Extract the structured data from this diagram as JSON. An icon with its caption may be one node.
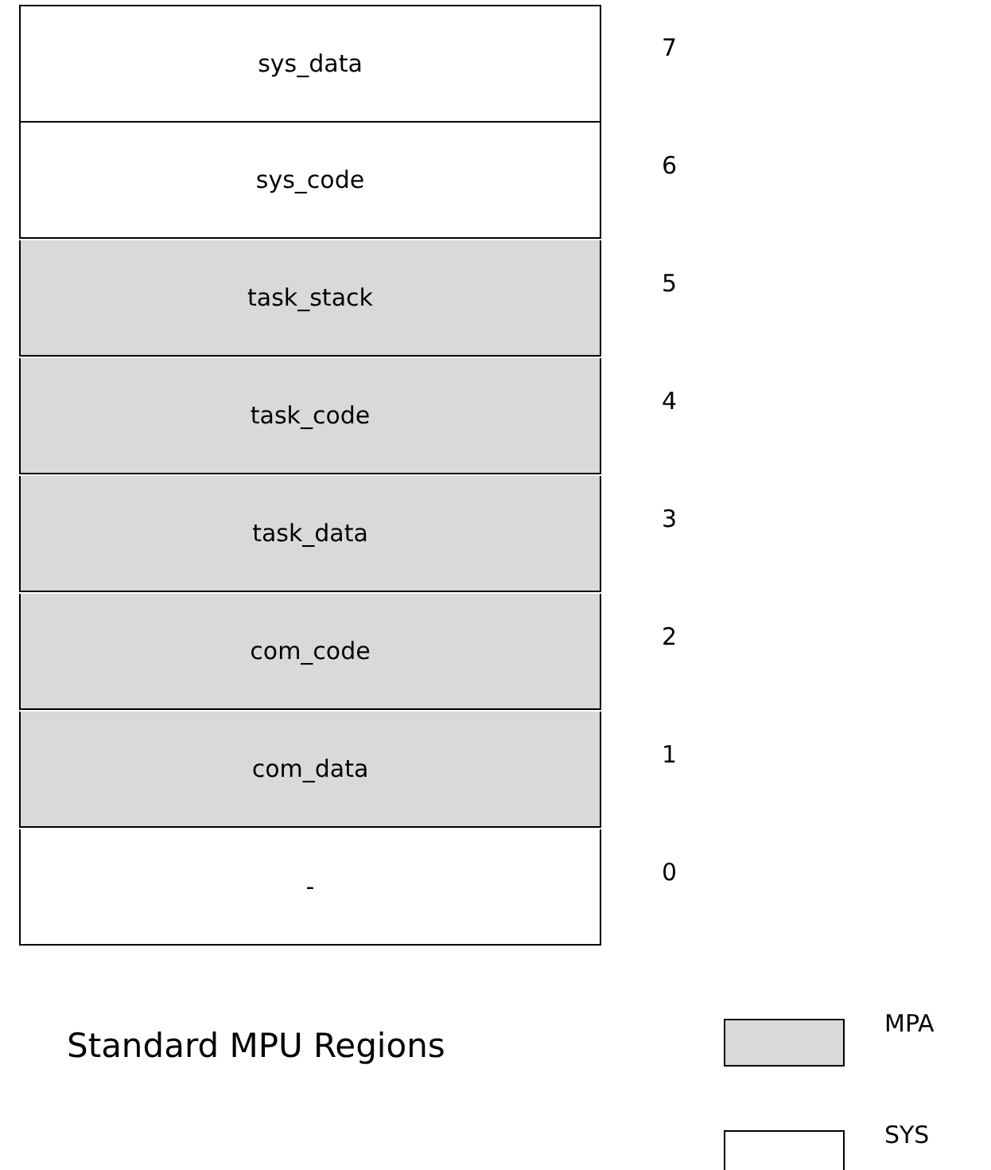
{
  "diagram": {
    "caption": "Standard MPU Regions",
    "nodes": [
      {
        "text": [
          "sys_data"
        ],
        "beside": [
          "7"
        ]
      },
      {
        "text": [
          "sys_code"
        ],
        "beside": [
          "6"
        ]
      },
      {
        "text": [
          "task_stack"
        ],
        "beside": [
          "5"
        ]
      },
      {
        "text": [
          "task_code"
        ],
        "beside": [
          "4"
        ]
      },
      {
        "text": [
          "task_data"
        ],
        "beside": [
          "3"
        ]
      },
      {
        "text": [
          "com_code"
        ],
        "beside": [
          "2"
        ]
      },
      {
        "text": [
          "com_data"
        ],
        "beside": [
          "1"
        ]
      },
      {
        "text": [
          "-"
        ],
        "beside": [
          "0"
        ]
      }
    ],
    "edges": [],
    "legend": [
      {
        "text": "MPA",
        "color": "#d9d9d9"
      },
      {
        "text": "SYS",
        "color": "#ffffff"
      }
    ]
  }
}
